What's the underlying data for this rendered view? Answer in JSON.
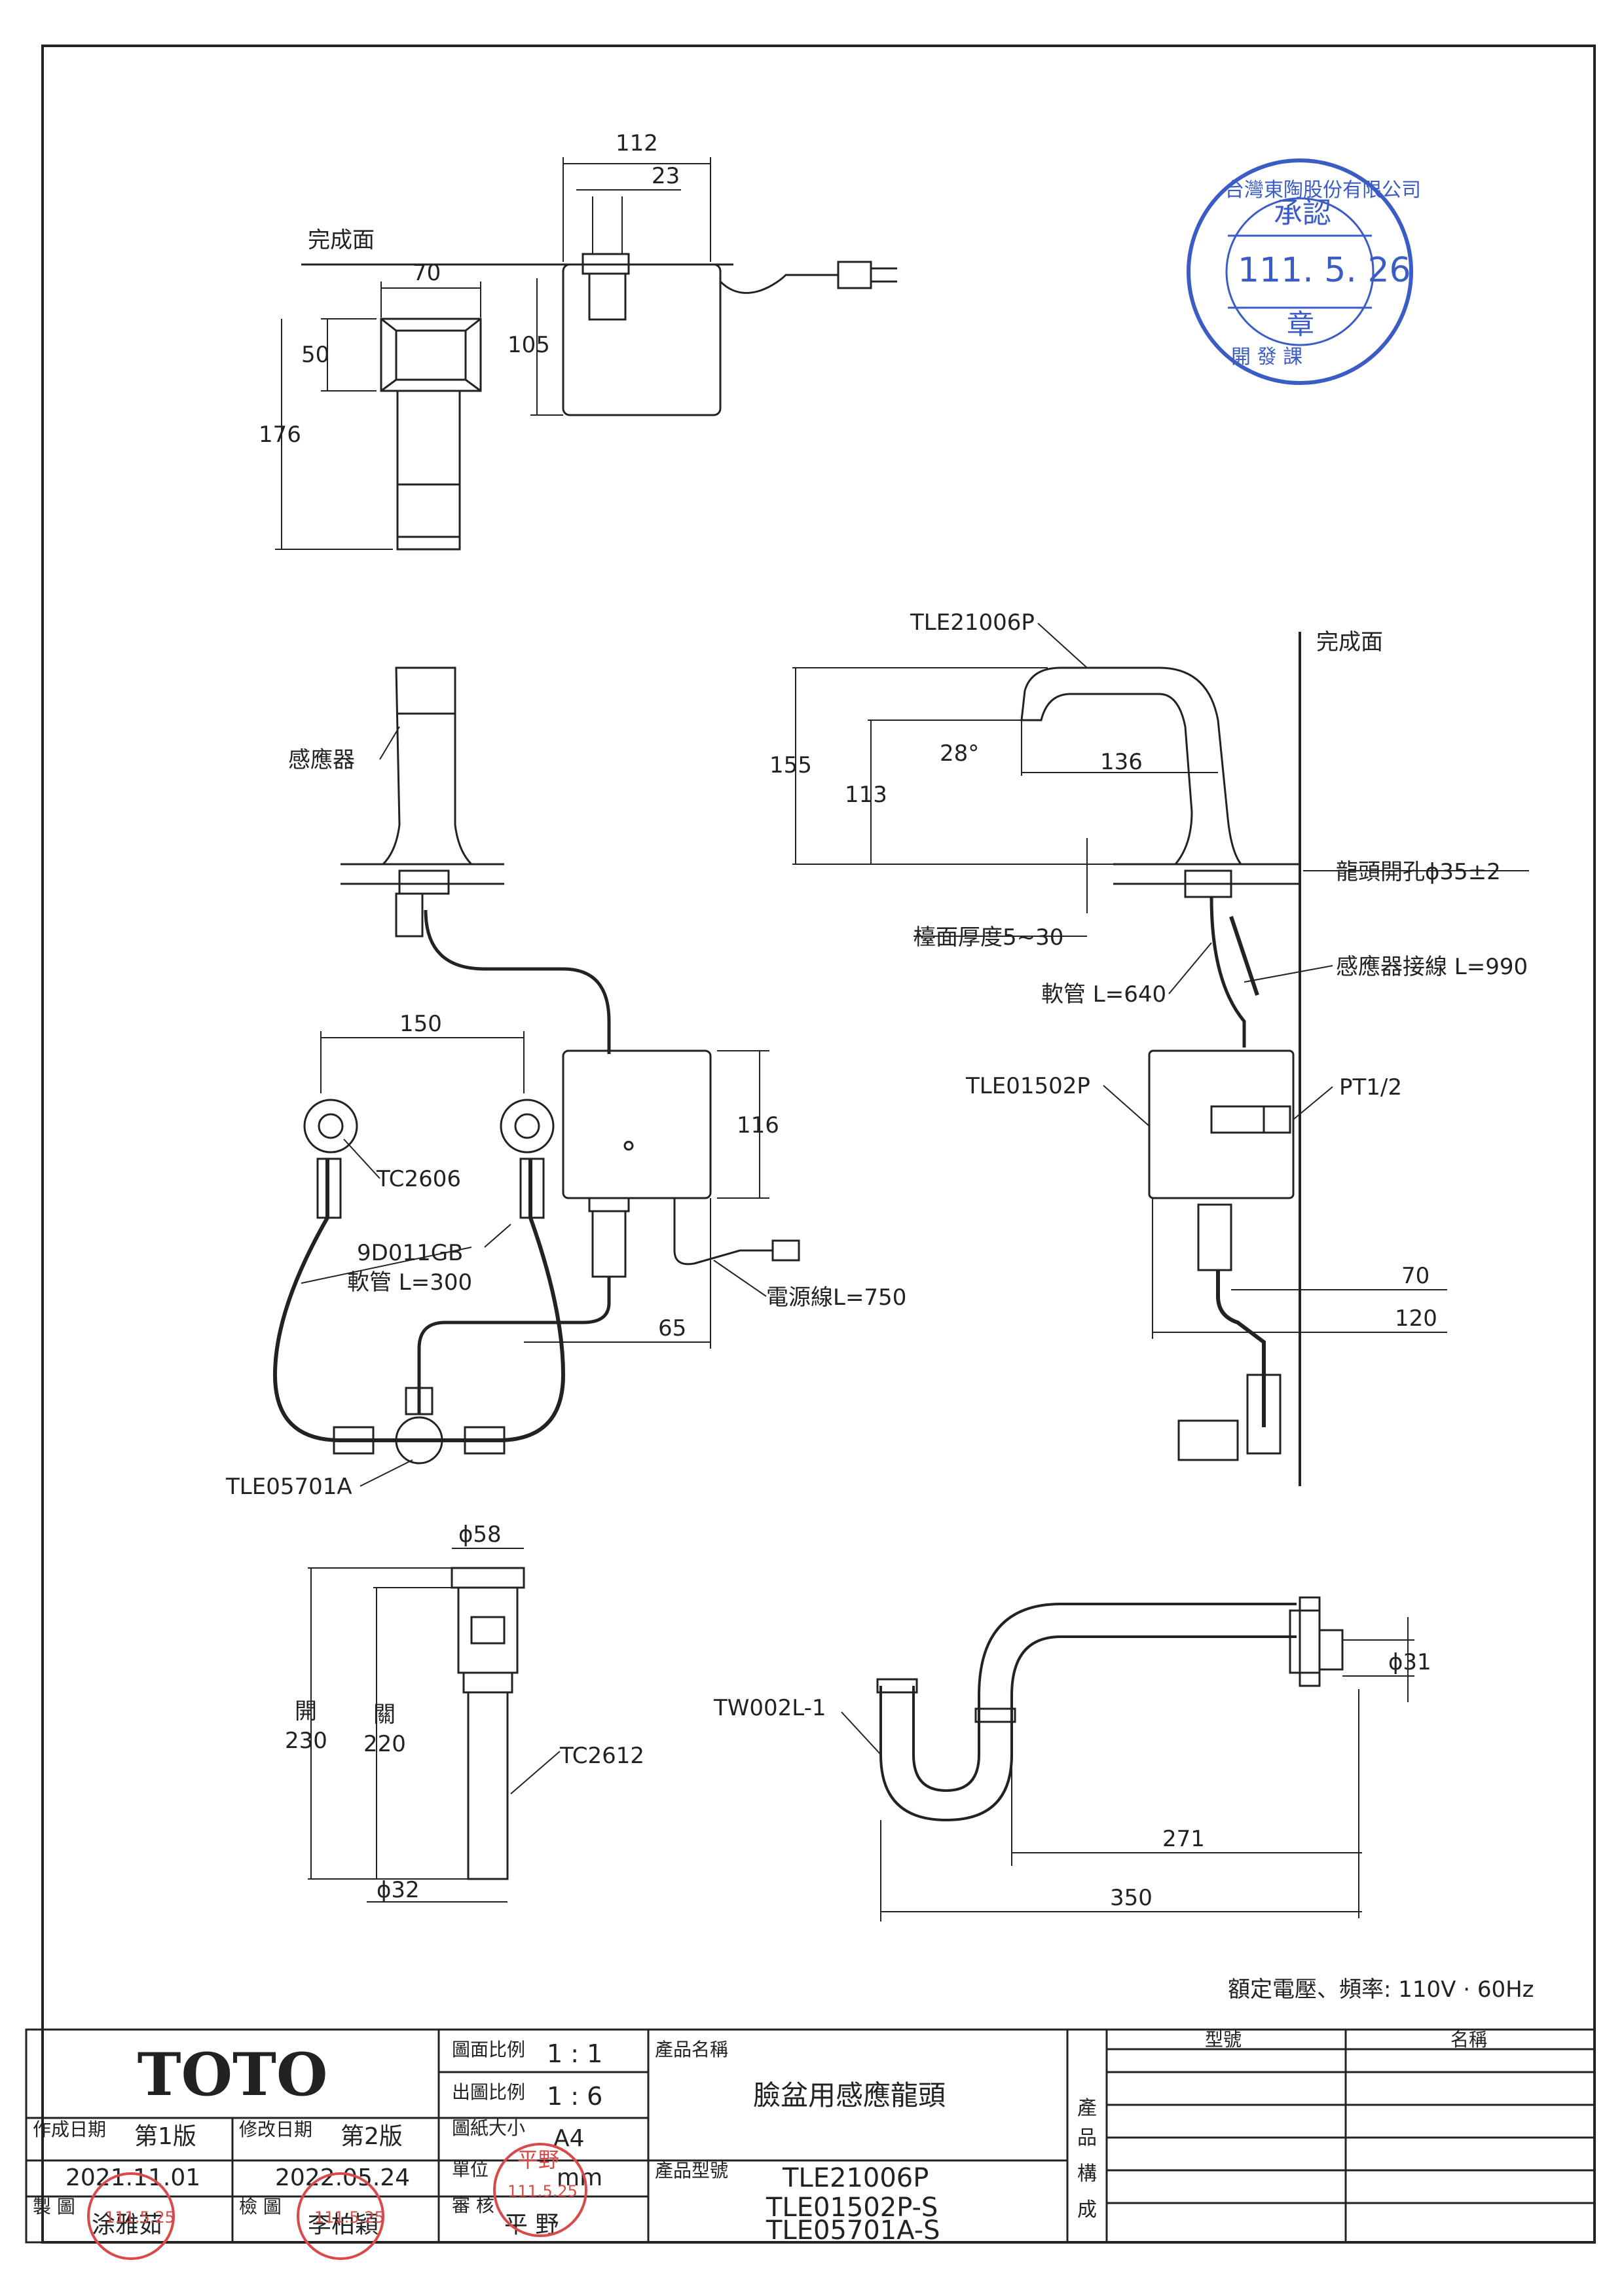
{
  "top_view": {
    "finish_surface": "完成面",
    "dims": {
      "d112": "112",
      "d23": "23",
      "d70": "70",
      "d50": "50",
      "d105": "105",
      "d176": "176"
    }
  },
  "front_view": {
    "sensor": "感應器",
    "tc2606": "TC2606",
    "hose_code": "9D011GB",
    "hose_len": "軟管 L=300",
    "tle05701a": "TLE05701A",
    "power_cord": "電源線L=750",
    "dims": {
      "d150": "150",
      "d116": "116",
      "d65": "65"
    }
  },
  "side_view": {
    "tle21006p": "TLE21006P",
    "finish_surface": "完成面",
    "hole": "龍頭開孔ϕ35±2",
    "counter": "檯面厚度5~30",
    "hose": "軟管 L=640",
    "sensor_wire": "感應器接線 L=990",
    "tle01502p": "TLE01502P",
    "pt": "PT1/2",
    "angle": "28°",
    "dims": {
      "d155": "155",
      "d113": "113",
      "d136": "136",
      "d70": "70",
      "d120": "120"
    }
  },
  "drain_view": {
    "d58": "ϕ58",
    "open_label": "開",
    "open_val": "230",
    "close_label": "關",
    "close_val": "220",
    "tc2612": "TC2612",
    "d32": "ϕ32"
  },
  "trap_view": {
    "tw002l": "TW002L-1",
    "d31": "ϕ31",
    "d271": "271",
    "d350": "350"
  },
  "rated": "額定電壓、頻率: 110V · 60Hz",
  "stamp": {
    "top": "台灣東陶股份有限公司",
    "approve": "承認",
    "date": "111. 5. 26",
    "seal": "章",
    "dept": "開 發 課"
  },
  "title_block": {
    "logo": "TOTO",
    "scale_label": "圖面比例",
    "scale_val": "1 : 1",
    "out_scale_label": "出圖比例",
    "out_scale_val": "1 : 6",
    "paper_label": "圖紙大小",
    "paper_val": "A4",
    "unit_label": "單位",
    "unit_val": "mm",
    "review_label": "審 核",
    "reviewer": "平 野",
    "created_label": "作成日期",
    "created_ver": "第1版",
    "created_date": "2021.11.01",
    "modified_label": "修改日期",
    "modified_ver": "第2版",
    "modified_date": "2022.05.24",
    "draw_label": "製 圖",
    "drawer": "涂雅茹",
    "check_label": "檢 圖",
    "checker": "李柏穎",
    "product_name_label": "產品名稱",
    "product_name": "臉盆用感應龍頭",
    "model_label": "產品型號",
    "models": [
      "TLE21006P",
      "TLE01502P-S",
      "TLE05701A-S"
    ],
    "composition_label": [
      "產",
      "品",
      "構",
      "成"
    ],
    "col_model": "型號",
    "col_name": "名稱",
    "stamp_date_1": "111.5.25",
    "stamp_date_2": "111.5.25",
    "stamp_date_3": "111.5.25",
    "stamp_name_3": "平野"
  }
}
